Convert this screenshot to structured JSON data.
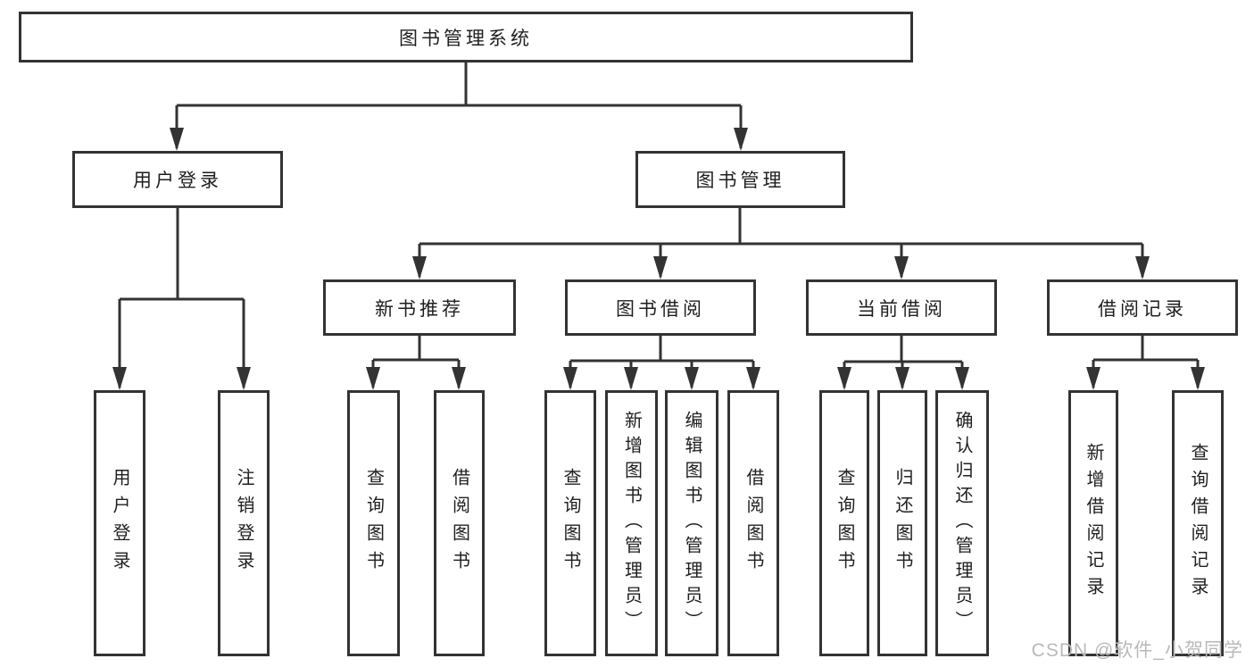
{
  "diagram": {
    "title": "图书管理系统",
    "watermark": "CSDN @软件_小贺同学",
    "colors": {
      "line": "#333333",
      "box_border": "#333333",
      "box_background": "#ffffff",
      "text": "#1f1f1f",
      "watermark_text": "#b9b9b9"
    },
    "nodes": {
      "root": {
        "label": "图书管理系统"
      },
      "level2": {
        "user_login": {
          "label": "用户登录"
        },
        "book_mgmt": {
          "label": "图书管理"
        }
      },
      "level3": {
        "new_books": {
          "label": "新书推荐"
        },
        "book_borrow": {
          "label": "图书借阅"
        },
        "current_borrow": {
          "label": "当前借阅"
        },
        "borrow_records": {
          "label": "借阅记录"
        }
      },
      "leaves": {
        "user_login_leaf": {
          "label": "用户登录",
          "parent": "用户登录"
        },
        "logout": {
          "label": "注销登录",
          "parent": "用户登录"
        },
        "nb_query": {
          "label": "查询图书",
          "parent": "新书推荐"
        },
        "nb_borrow": {
          "label": "借阅图书",
          "parent": "新书推荐"
        },
        "bb_query": {
          "label": "查询图书",
          "parent": "图书借阅"
        },
        "bb_add": {
          "label": "新增图书（管理员）",
          "parent": "图书借阅"
        },
        "bb_edit": {
          "label": "编辑图书（管理员）",
          "parent": "图书借阅"
        },
        "bb_borrow": {
          "label": "借阅图书",
          "parent": "图书借阅"
        },
        "cb_query": {
          "label": "查询图书",
          "parent": "当前借阅"
        },
        "cb_return": {
          "label": "归还图书",
          "parent": "当前借阅"
        },
        "cb_confirm": {
          "label": "确认归还（管理员）",
          "parent": "当前借阅"
        },
        "br_add": {
          "label": "新增借阅记录",
          "parent": "借阅记录"
        },
        "br_query": {
          "label": "查询借阅记录",
          "parent": "借阅记录"
        }
      }
    },
    "hierarchy": {
      "图书管理系统": {
        "用户登录": [
          "用户登录",
          "注销登录"
        ],
        "图书管理": {
          "新书推荐": [
            "查询图书",
            "借阅图书"
          ],
          "图书借阅": [
            "查询图书",
            "新增图书（管理员）",
            "编辑图书（管理员）",
            "借阅图书"
          ],
          "当前借阅": [
            "查询图书",
            "归还图书",
            "确认归还（管理员）"
          ],
          "借阅记录": [
            "新增借阅记录",
            "查询借阅记录"
          ]
        }
      }
    }
  }
}
